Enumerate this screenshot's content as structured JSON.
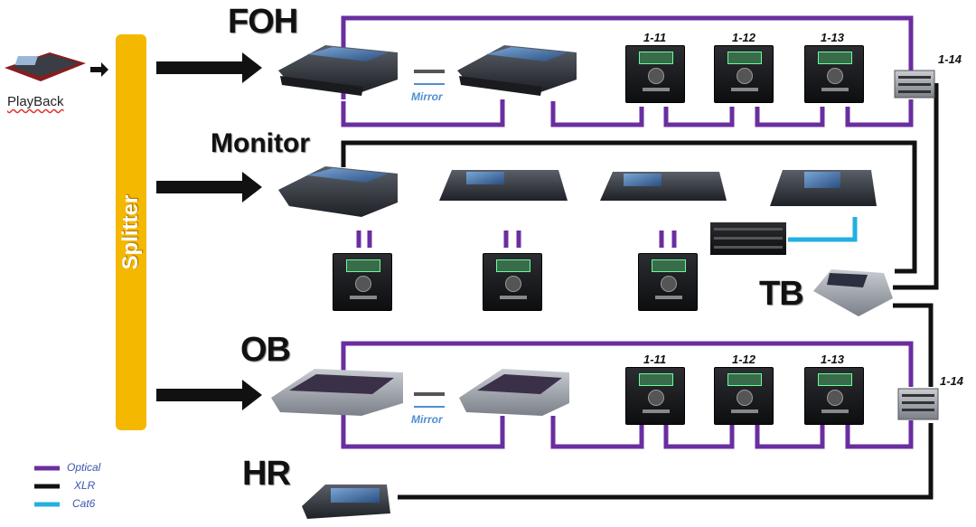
{
  "sections": {
    "foh": "FOH",
    "monitor": "Monitor",
    "ob": "OB",
    "hr": "HR",
    "tb": "TB"
  },
  "splitter": "Splitter",
  "playback": "PlayBack",
  "mirror_label": "Mirror",
  "racks": {
    "foh": [
      "1-11",
      "1-12",
      "1-13"
    ],
    "ob": [
      "1-11",
      "1-12",
      "1-13"
    ],
    "foh_stage_box": "1-14",
    "ob_stage_box": "1-14"
  },
  "legend": [
    {
      "label": "Optical",
      "color": "#6a2ea0"
    },
    {
      "label": "XLR",
      "color": "#111111"
    },
    {
      "label": "Cat6",
      "color": "#23b0e0"
    }
  ],
  "colors": {
    "optical": "#6a2ea0",
    "xlr": "#111111",
    "cat6": "#23b0e0",
    "splitter": "#f5b800"
  }
}
